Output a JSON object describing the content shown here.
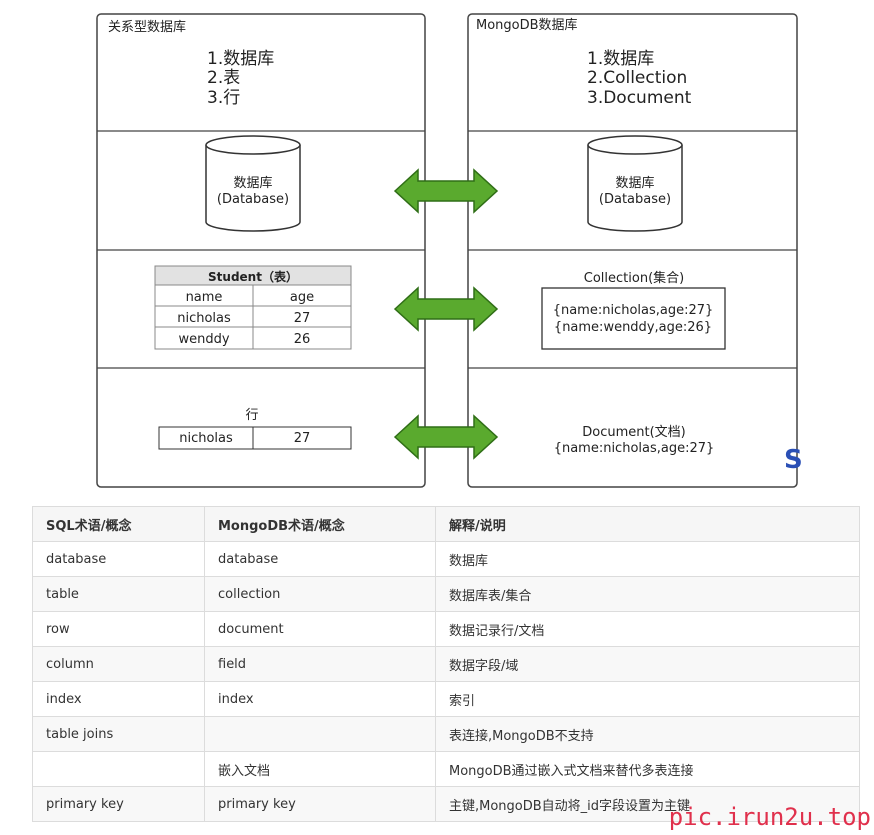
{
  "left_panel": {
    "title": "关系型数据库",
    "items": [
      "1.数据库",
      "2.表",
      "3.行"
    ],
    "db_label": "数据库",
    "db_sub": "(Database)",
    "table_title": "Student（表）",
    "table_headers": [
      "name",
      "age"
    ],
    "table_rows": [
      [
        "nicholas",
        "27"
      ],
      [
        "wenddy",
        "26"
      ]
    ],
    "row_label": "行",
    "row_cells": [
      "nicholas",
      "27"
    ]
  },
  "right_panel": {
    "title": "MongoDB数据库",
    "items": [
      "1.数据库",
      "2.Collection",
      "3.Document"
    ],
    "db_label": "数据库",
    "db_sub": "(Database)",
    "collection_label": "Collection(集合)",
    "collection_docs": [
      "{name:nicholas,age:27}",
      "{name:wenddy,age:26}"
    ],
    "document_label": "Document(文档)",
    "document_value": "{name:nicholas,age:27}"
  },
  "arrow_color": "#5aaa2e",
  "terms_table": {
    "headers": [
      "SQL术语/概念",
      "MongoDB术语/概念",
      "解释/说明"
    ],
    "rows": [
      [
        "database",
        "database",
        "数据库"
      ],
      [
        "table",
        "collection",
        "数据库表/集合"
      ],
      [
        "row",
        "document",
        "数据记录行/文档"
      ],
      [
        "column",
        "field",
        "数据字段/域"
      ],
      [
        "index",
        "index",
        "索引"
      ],
      [
        "table joins",
        "",
        "表连接,MongoDB不支持"
      ],
      [
        "",
        "嵌入文档",
        "MongoDB通过嵌入式文档来替代多表连接"
      ],
      [
        "primary key",
        "primary key",
        "主键,MongoDB自动将_id字段设置为主键"
      ]
    ]
  },
  "watermark": "pic.irun2u.top"
}
